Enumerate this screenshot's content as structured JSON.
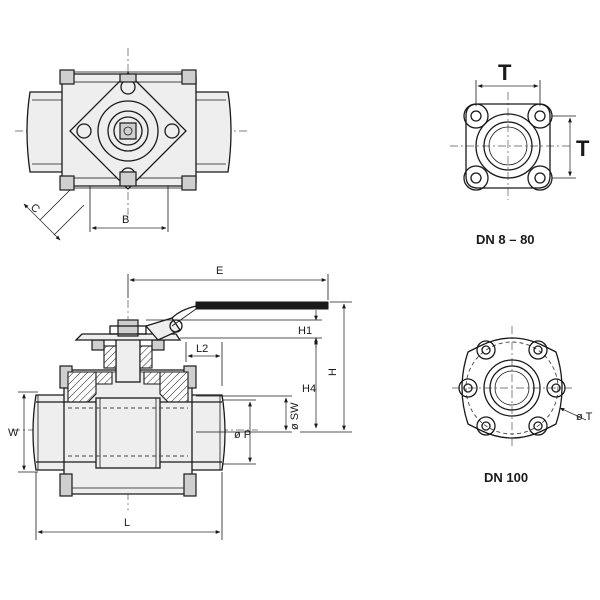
{
  "labels": {
    "E": "E",
    "H1": "H1",
    "L2": "L2",
    "H4": "H4",
    "H": "H",
    "SW": "ø SW",
    "P": "ø P",
    "W": "W",
    "L": "L",
    "B": "B",
    "C": "C",
    "T_top": "T",
    "T_side": "T",
    "phiT": "ø T"
  },
  "captions": {
    "dn_small": "DN 8 – 80",
    "dn_large": "DN 100"
  },
  "colors": {
    "line": "#1a1a1a",
    "body": "#eeeeee",
    "handle": "#1a1a1a"
  }
}
